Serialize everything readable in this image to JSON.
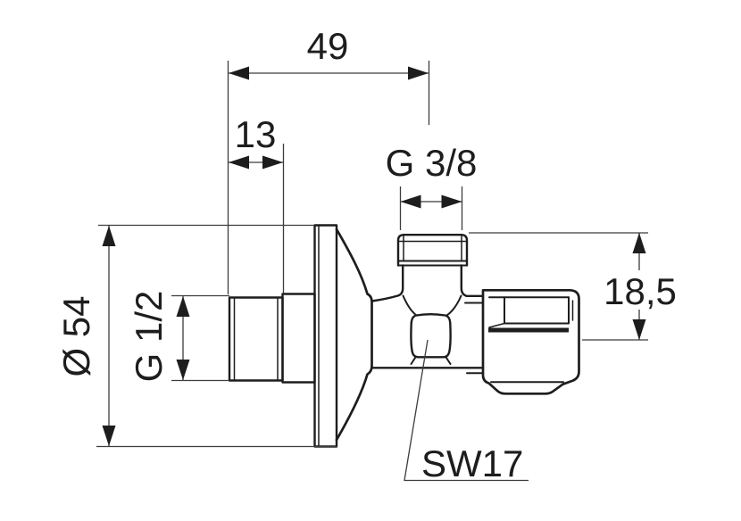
{
  "drawing": {
    "labels": {
      "dim_width": "49",
      "dim_thread_length": "13",
      "dim_top_thread": "G 3/8",
      "dim_outlet_offset": "18,5",
      "dim_rosette_diameter": "Ø 54",
      "dim_wall_thread": "G 1/2",
      "label_wrench": "SW17"
    },
    "colors": {
      "line": "#1d1d1d",
      "background": "#ffffff"
    }
  }
}
